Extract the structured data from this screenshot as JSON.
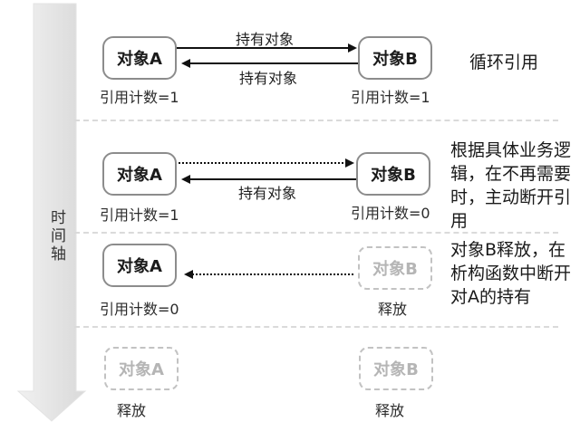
{
  "timeline": {
    "label": "时间轴"
  },
  "rows": [
    {
      "box_a": {
        "label": "对象A"
      },
      "box_b": {
        "label": "对象B"
      },
      "top_arrow_label": "持有对象",
      "bottom_arrow_label": "持有对象",
      "count_a": "引用计数=1",
      "count_b": "引用计数=1",
      "note": "循环引用"
    },
    {
      "box_a": {
        "label": "对象A"
      },
      "box_b": {
        "label": "对象B"
      },
      "bottom_arrow_label": "持有对象",
      "count_a": "引用计数=1",
      "count_b": "引用计数=0",
      "note": "根据具体业务逻辑，在不再需要时，主动断开引用"
    },
    {
      "box_a": {
        "label": "对象A"
      },
      "box_b": {
        "label": "对象B"
      },
      "count_a": "引用计数=0",
      "release_b": "释放",
      "note": "对象B释放，在析构函数中断开对A的持有"
    },
    {
      "box_a": {
        "label": "对象A"
      },
      "box_b": {
        "label": "对象B"
      },
      "release_a": "释放",
      "release_b": "释放"
    }
  ],
  "colors": {
    "timeline_fill_light": "#f0f0f0",
    "timeline_fill_dark": "#d9d9d9",
    "box_border": "#8c8c8c",
    "released_border": "#c2c2c2",
    "released_text": "#b5b5b5",
    "separator": "#dadada",
    "arrow_line": "#111111"
  }
}
